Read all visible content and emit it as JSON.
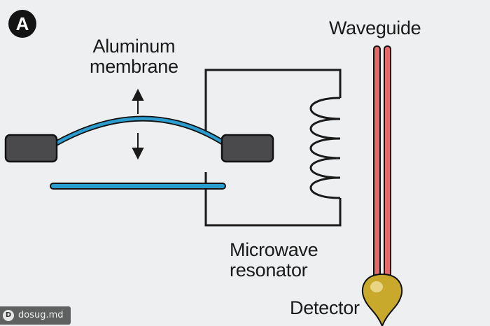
{
  "panel_badge": "A",
  "labels": {
    "membrane": "Aluminum membrane",
    "membrane_line1": "Aluminum",
    "membrane_line2": "membrane",
    "waveguide": "Waveguide",
    "resonator_line1": "Microwave",
    "resonator_line2": "resonator",
    "detector": "Detector"
  },
  "watermark": {
    "text": "dosug.md",
    "logo_glyph": "D"
  },
  "colors": {
    "background": "#eeeff0",
    "membrane": "#2b9ccd",
    "clamp": "#4a4a4c",
    "circuit": "#1a1a1a",
    "waveguide": "#e56a6a",
    "detector": "#c8a92b"
  }
}
